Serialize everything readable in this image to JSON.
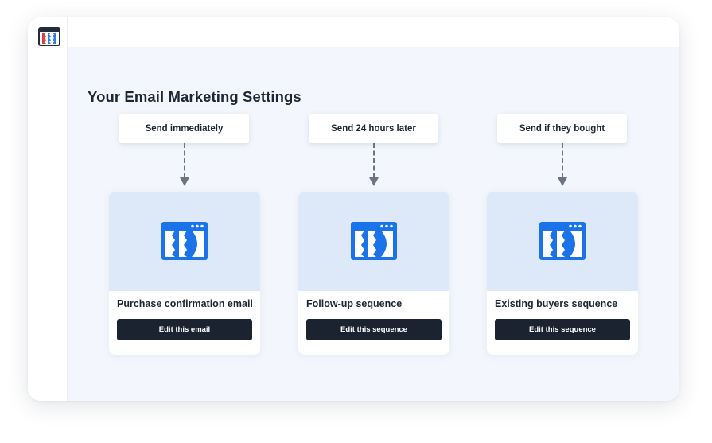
{
  "app": {
    "logo_icon": "clickfunnels-logo-icon"
  },
  "page": {
    "title": "Your Email Marketing Settings"
  },
  "colors": {
    "brand_blue": "#1a73e8",
    "button_dark": "#1b2330",
    "content_background": "#f3f7fd",
    "card_media_background": "#dde8f9",
    "connector_gray": "#6c7480"
  },
  "columns": [
    {
      "trigger_label": "Send immediately",
      "card_icon": "clickfunnels-logo-icon",
      "card_title": "Purchase confirmation email",
      "button_label": "Edit this email"
    },
    {
      "trigger_label": "Send 24 hours later",
      "card_icon": "clickfunnels-logo-icon",
      "card_title": "Follow-up sequence",
      "button_label": "Edit this sequence"
    },
    {
      "trigger_label": "Send if they bought",
      "card_icon": "clickfunnels-logo-icon",
      "card_title": "Existing buyers sequence",
      "button_label": "Edit this sequence"
    }
  ]
}
